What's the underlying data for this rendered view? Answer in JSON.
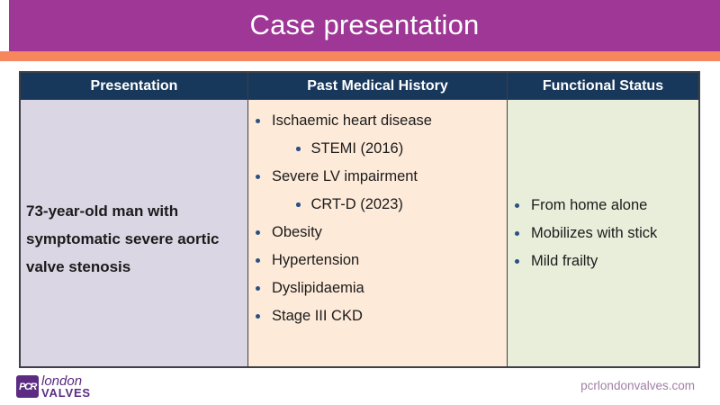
{
  "slide": {
    "title": "Case presentation",
    "footer": {
      "website": "pcrlondonvalves.com",
      "logo": {
        "acronym": "PCR",
        "line1": "london",
        "line2": "VALVES"
      }
    }
  },
  "table": {
    "columns": [
      {
        "header": "Presentation"
      },
      {
        "header": "Past Medical History"
      },
      {
        "header": "Functional Status"
      }
    ],
    "presentation_text": "73-year-old man with symptomatic severe aortic valve stenosis",
    "past_medical_history": [
      {
        "label": "Ischaemic heart disease",
        "level": 1
      },
      {
        "label": "STEMI (2016)",
        "level": 2
      },
      {
        "label": "Severe LV impairment",
        "level": 1
      },
      {
        "label": "CRT-D (2023)",
        "level": 2
      },
      {
        "label": "Obesity",
        "level": 1
      },
      {
        "label": "Hypertension",
        "level": 1
      },
      {
        "label": "Dyslipidaemia",
        "level": 1
      },
      {
        "label": "Stage III CKD",
        "level": 1
      }
    ],
    "functional_status": [
      {
        "label": "From home alone",
        "level": 1
      },
      {
        "label": "Mobilizes with stick",
        "level": 1
      },
      {
        "label": "Mild frailty",
        "level": 1
      }
    ]
  },
  "colors": {
    "banner_purple": "#9E3795",
    "stripe_orange": "#F5865E",
    "header_navy": "#17375B",
    "table_border": "#3F3F47",
    "col1_bg": "#DBD6E4",
    "col2_bg": "#FDEAD9",
    "col3_bg": "#E9EEDB",
    "bullet_blue": "#2A5183",
    "logo_purple": "#5C2B82",
    "website_text": "#A080A4"
  }
}
